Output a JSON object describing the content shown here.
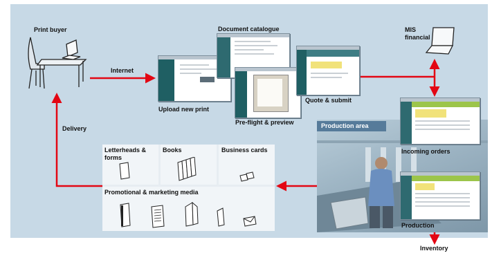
{
  "nodes": {
    "print_buyer": "Print buyer",
    "internet": "Internet",
    "delivery": "Delivery",
    "document_catalogue": "Document catalogue",
    "upload_new_print": "Upload new print",
    "pre_flight_preview": "Pre-flight & preview",
    "quote_submit": "Quote & submit",
    "mis_financial": "MIS financial",
    "production_area": "Production area",
    "incoming_orders": "Incoming orders",
    "production": "Production",
    "inventory": "Inventory"
  },
  "media": {
    "letterheads_forms": "Letterheads & forms",
    "books": "Books",
    "business_cards": "Business cards",
    "promotional_marketing": "Promotional & marketing media"
  },
  "icons": [
    "desk-computer-icon",
    "laptop-icon",
    "letterhead-icon",
    "books-icon",
    "business-cards-icon",
    "binder-icon",
    "document-icon",
    "folded-brochure-icon",
    "leaflet-icon",
    "envelope-icon"
  ],
  "colors": {
    "arrow": "#e30613",
    "panel": "#c7d9e6",
    "tag": "#567b9a"
  }
}
